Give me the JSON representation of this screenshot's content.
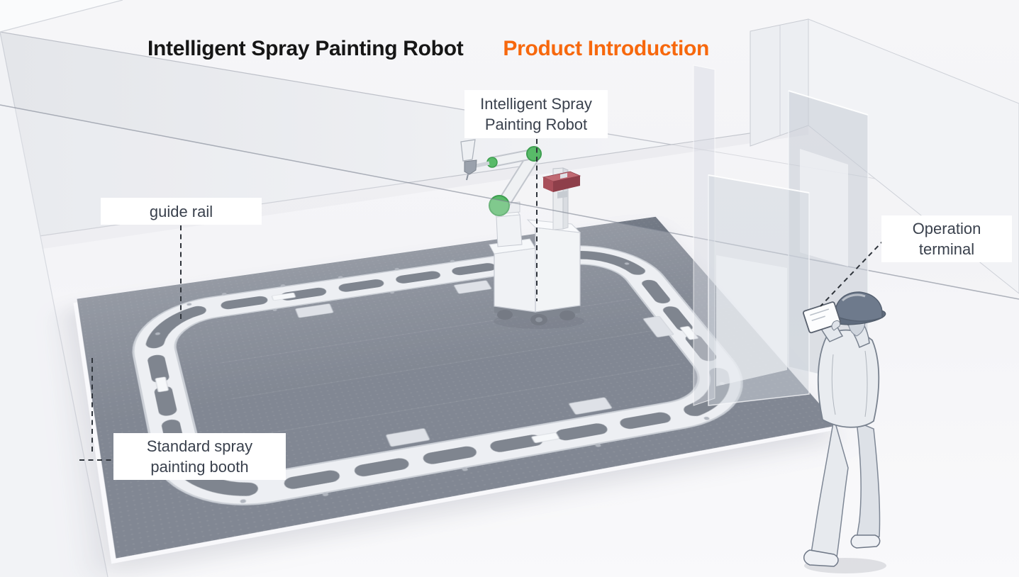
{
  "slide": {
    "header": {
      "product_name": "Intelligent Spray Painting Robot",
      "section_title": "Product Introduction"
    },
    "callouts": {
      "robot": {
        "text": "Intelligent Spray Painting Robot",
        "lines": [
          "Intelligent Spray",
          "Painting Robot"
        ]
      },
      "guide_rail": {
        "text": "guide rail",
        "lines": [
          "guide rail"
        ]
      },
      "booth": {
        "text": "Standard spray painting booth",
        "lines": [
          "Standard spray",
          "painting booth"
        ]
      },
      "terminal": {
        "text": "Operation terminal",
        "lines": [
          "Operation",
          "terminal"
        ]
      }
    },
    "colors": {
      "accent_orange": "#F7680D",
      "heading_black": "#161616",
      "label_text": "#3A414D",
      "robot_joint_green": "#58BA68",
      "sensor_red": "#A94F5A",
      "floor_dark": "#5A6270",
      "rail_light": "#EAEDF0",
      "wall_gray": "#E7E9ED"
    },
    "illustration_alt": "3D rendering of a standard spray painting booth: an intelligent spray painting robot rides an oval guide rail on the dark booth floor while a worker outside holds an operation terminal"
  }
}
